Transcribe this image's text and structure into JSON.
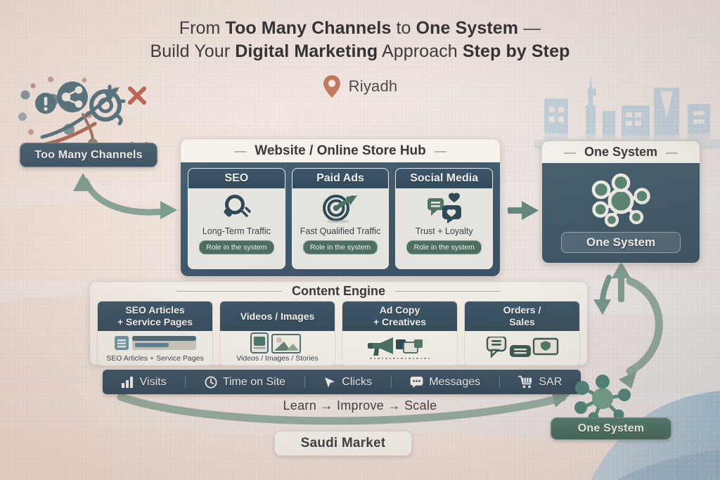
{
  "title": {
    "line1_a": "From ",
    "line1_b": "Too Many Channels",
    "line1_c": " to ",
    "line1_d": "One System",
    "line1_e": " —",
    "line2_a": "Build Your ",
    "line2_b": "Digital Marketing",
    "line2_c": " Approach ",
    "line2_d": "Step by Step"
  },
  "location": {
    "icon": "map-pin-icon",
    "label": "Riyadh"
  },
  "left_cluster": {
    "badge": "Too Many Channels"
  },
  "hub": {
    "header": "Website / Online Store Hub",
    "dash": "—",
    "channels": [
      {
        "title": "SEO",
        "icon": "magnifier-icon",
        "caption": "Long-Term Traffic",
        "chip": "Role in the system"
      },
      {
        "title": "Paid Ads",
        "icon": "target-arrow-icon",
        "caption": "Fast Qualified Traffic",
        "chip": "Role in the system"
      },
      {
        "title": "Social Media",
        "icon": "chat-heart-icon",
        "caption": "Trust + Loyalty",
        "chip": "Role in the system"
      }
    ]
  },
  "one_system_panel": {
    "header": "One System",
    "dash": "—",
    "icon": "network-hub-icon",
    "chip": "One System"
  },
  "content_engine": {
    "header": "Content Engine",
    "cards": [
      {
        "title": "SEO Articles\n+ Service Pages",
        "icon": "article-layout-icon",
        "caption": "SEO Articles + Service Pages"
      },
      {
        "title": "Videos / Images",
        "icon": "media-photo-icon",
        "caption": "Videos / Images / Stories"
      },
      {
        "title": "Ad Copy\n+ Creatives",
        "icon": "megaphone-icon",
        "caption": ""
      },
      {
        "title": "Orders /\nSales",
        "icon": "chat-order-icon",
        "caption": ""
      }
    ]
  },
  "metrics": [
    {
      "icon": "bar-chart-icon",
      "label": "Visits"
    },
    {
      "icon": "clock-icon",
      "label": "Time on Site"
    },
    {
      "icon": "cursor-click-icon",
      "label": "Clicks"
    },
    {
      "icon": "message-icon",
      "label": "Messages"
    },
    {
      "icon": "shopping-cart-icon",
      "label": "SAR"
    }
  ],
  "loop": {
    "text": "Learn → Improve → Scale"
  },
  "market_badge": {
    "label": "Saudi Market"
  },
  "bottom_system": {
    "icon": "network-hub-icon",
    "label": "One System"
  },
  "colors": {
    "ink": "#3a3a3c",
    "panel_dark": "#3d5566",
    "panel_light": "#f6f2ec",
    "teal": "#4d6f62",
    "arrow_green": "#6f9185",
    "accent_red": "#b8604d",
    "pin_orange": "#c2795c",
    "skyline_blue": "#a9c3d4"
  }
}
